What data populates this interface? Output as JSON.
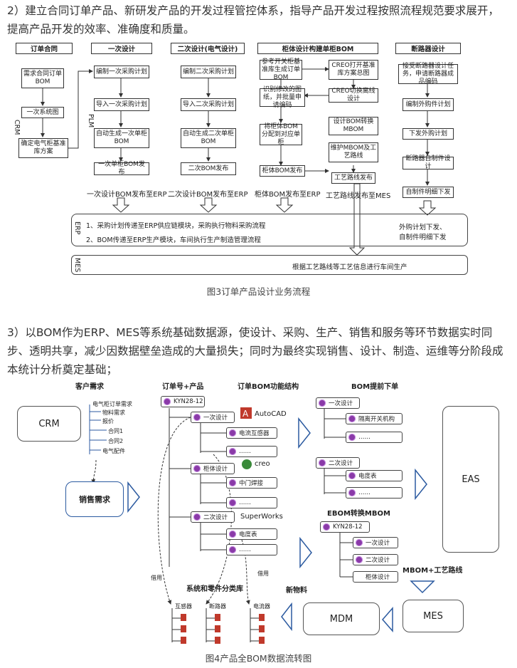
{
  "para1": "2）建立合同订单产品、新研发产品的开发过程管控体系，指导产品开发过程按照流程规范要求展开，提高产品开发的效率、准确度和质量。",
  "fig3": {
    "headers": [
      "订单合同",
      "一次设计",
      "二次设计(电气设计)",
      "柜体设计构建单柜BOM",
      "断路器设计"
    ],
    "side_crm": "CRM",
    "side_plm": "PLM",
    "side_erp": "ERP",
    "side_mes": "MES",
    "col1": [
      "需求合同订单BOM",
      "一次系统图",
      "确定电气柜基准库方案"
    ],
    "col2": [
      "编制一次采购计划",
      "导入一次采购计划",
      "自动生成一次单柜BOM",
      "一次单柜BOM发布"
    ],
    "col3": [
      "编制二次采购计划",
      "导入二次采购计划",
      "自动生成二次单柜BOM",
      "二次BOM发布"
    ],
    "col4a": [
      "参考开关柜基准库生成订单BOM",
      "识别修改的图纸，并批量申请编码",
      "将柜体BOM分配到对应单柜",
      "柜体BOM发布"
    ],
    "col4b": [
      "CREO打开基准库方案总图",
      "CREO切换离线设计",
      "设计BOM转换MBOM",
      "维护MBOM及工艺路线",
      "工艺路线发布"
    ],
    "col5": [
      "接受断路器设计任务，申请断路器成品编码",
      "编制外购件计划",
      "下发外购计划",
      "断路器自制件设计",
      "自制件明细下发"
    ],
    "publish_labels": [
      "一次设计BOM发布至ERP",
      "二次设计BOM发布至ERP",
      "柜体BOM发布至ERP",
      "工艺路线发布至MES"
    ],
    "erp_lines": [
      "1、采购计划传递至ERP供应链模块，采购执行物料采购流程",
      "2、BOM传递至ERP生产模块，车间执行生产制造管理流程"
    ],
    "erp_right": [
      "外购计划下发、",
      "自制件明细下发"
    ],
    "mes_text": "根据工艺路线等工艺信息进行车间生产",
    "caption": "图3订单产品设计业务流程"
  },
  "para2": "3）以BOM作为ERP、MES等系统基础数据源，使设计、采购、生产、销售和服务等环节数据实时同步、透明共享，减少因数据壁垒造成的大量损失；同时为最终实现销售、设计、制造、运维等分阶段成本统计分析奠定基础；",
  "fig4": {
    "titles": [
      "客户需求",
      "订单号+产品",
      "订单BOM功能结构",
      "BOM提前下单"
    ],
    "crm": "CRM",
    "sales": "销售需求",
    "order_root": "KYN28-12",
    "tree_nodes": [
      "一次设计",
      "电流互感器",
      "……",
      "柜体设计",
      "中门焊接",
      "……",
      "二次设计",
      "电度表",
      "……"
    ],
    "tools": [
      "AutoCAD",
      "creo",
      "SuperWorks"
    ],
    "advance_nodes": [
      "一次设计",
      "隔离开关机构",
      "……",
      "二次设计",
      "电度表",
      "……"
    ],
    "ebom_title": "EBOM转换MBOM",
    "mbom_root": "KYN28-12",
    "mbom_nodes": [
      "一次设计",
      "二次设计",
      "柜体设计"
    ],
    "mbom_label": "MBOM+工艺路线",
    "eas": "EAS",
    "mdm": "MDM",
    "mes": "MES",
    "classlib": "系统和零件分类库",
    "newmat": "新物料",
    "ref": [
      "借用",
      "借用"
    ],
    "crm_doc": [
      "电气柜订单需求",
      "物料需求",
      "报价",
      "合同1",
      "合同2",
      "电气配件"
    ],
    "lib_items": [
      "互感器",
      "断路器",
      "电流器"
    ],
    "caption": "图4产品全BOM数据流转图"
  },
  "colors": {
    "accent": "#2b5aa0",
    "gear": "#8a3aa8",
    "line": "#333333"
  }
}
